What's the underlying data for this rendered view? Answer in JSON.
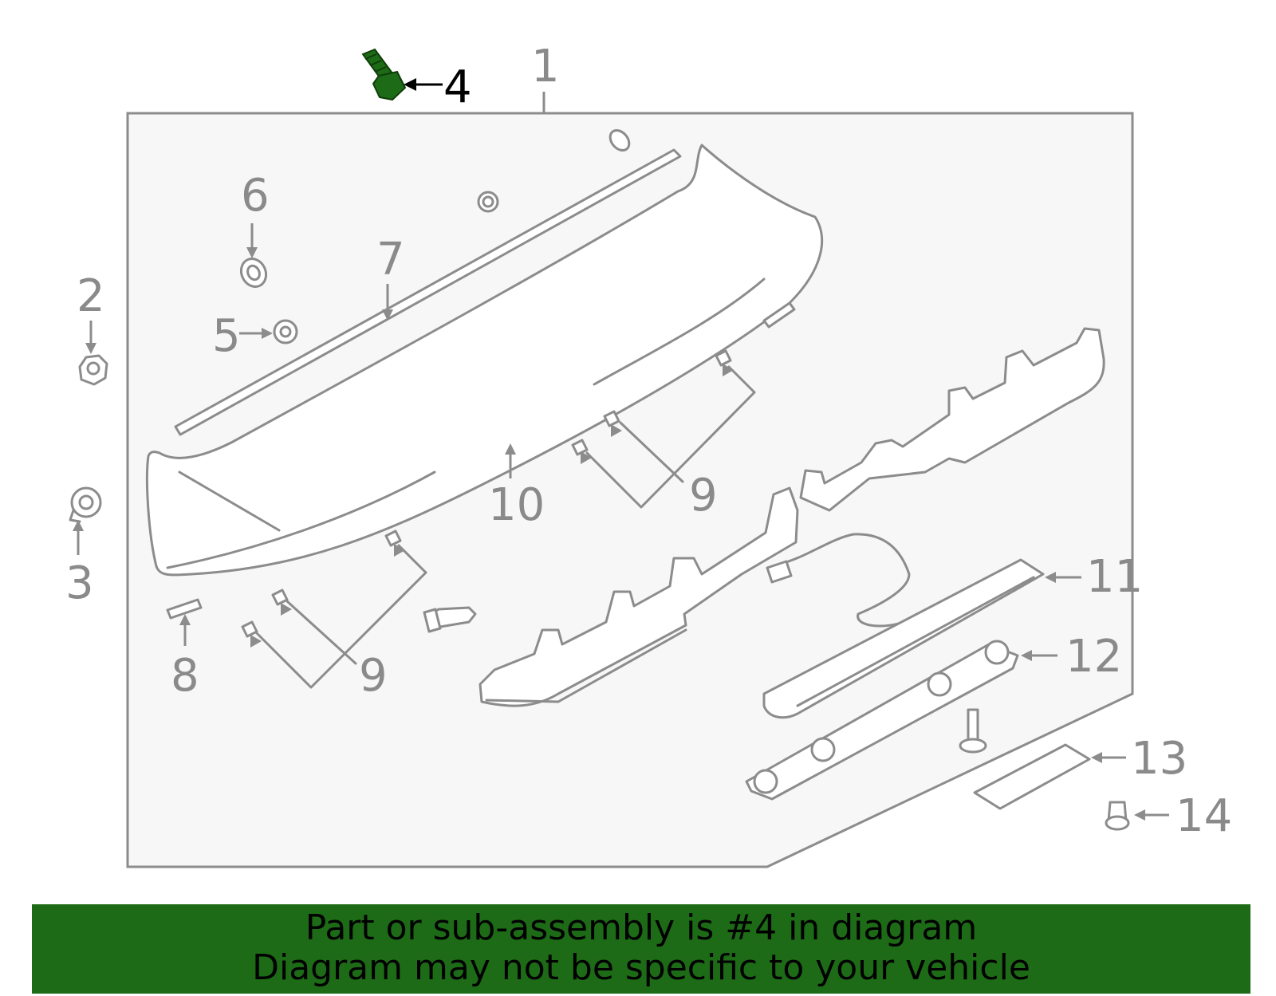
{
  "callouts": {
    "c1": "1",
    "c2": "2",
    "c3": "3",
    "c4": "4",
    "c5": "5",
    "c6": "6",
    "c7": "7",
    "c8": "8",
    "c9a": "9",
    "c9b": "9",
    "c10": "10",
    "c11": "11",
    "c12": "12",
    "c13": "13",
    "c14": "14"
  },
  "highlighted_part": "4",
  "colors": {
    "highlight": "#1d6b16",
    "banner_background": "#1d6b16",
    "outline": "#8c8c8c",
    "panel": "#f7f7f7"
  },
  "banner": {
    "line1": "Part or sub-assembly is #4 in diagram",
    "line2": "Diagram may not be specific to your vehicle"
  }
}
